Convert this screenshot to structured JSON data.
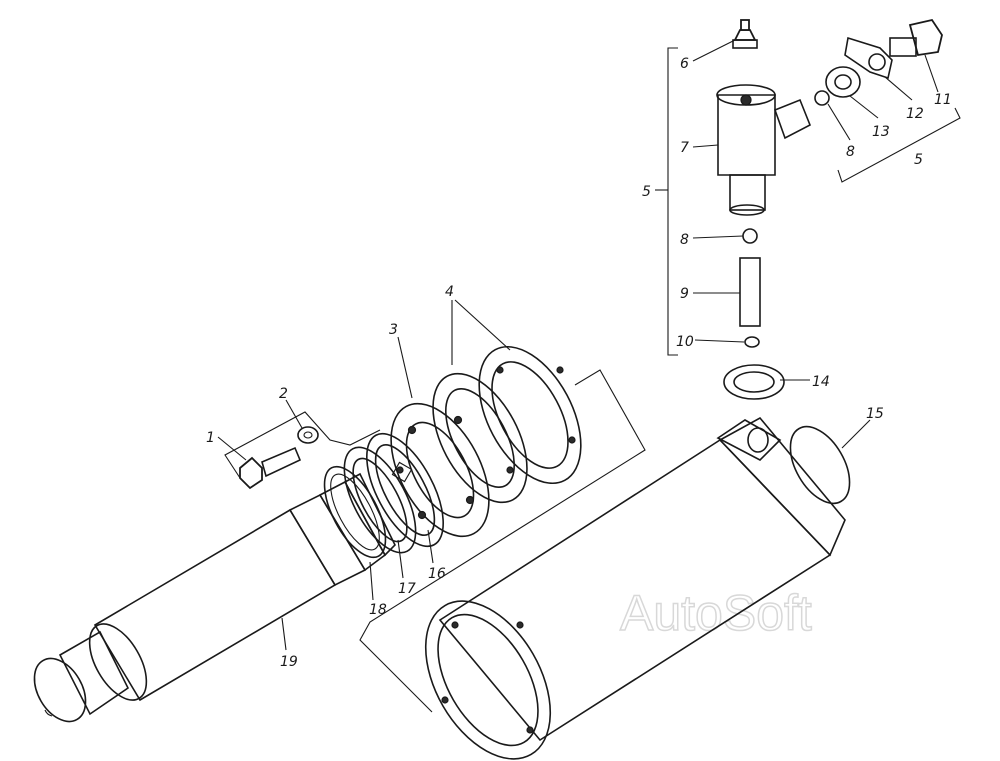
{
  "callouts": {
    "c1": "1",
    "c2": "2",
    "c3": "3",
    "c4": "4",
    "c5_left": "5",
    "c5_right": "5",
    "c6": "6",
    "c7": "7",
    "c8_top": "8",
    "c8_mid": "8",
    "c9": "9",
    "c10": "10",
    "c11": "11",
    "c12": "12",
    "c13": "13",
    "c14": "14",
    "c15": "15",
    "c16": "16",
    "c17": "17",
    "c18": "18",
    "c19": "19"
  },
  "watermark": "AutoSoft"
}
